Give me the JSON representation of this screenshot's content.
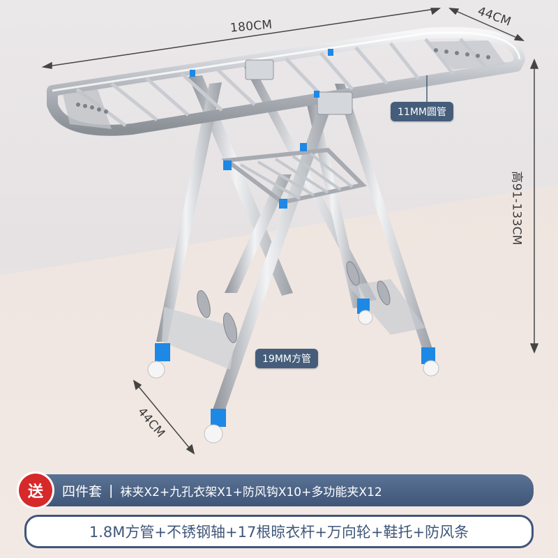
{
  "dimensions": {
    "length": "180CM",
    "width_top": "44CM",
    "height": "高91-133CM",
    "width_bottom": "44CM"
  },
  "tags": {
    "top_tube": "11MM圆管",
    "leg_tube": "19MM方管"
  },
  "banner": {
    "gift_badge": "送",
    "set_name": "四件套",
    "separator": "|",
    "contents": "袜夹X2+九孔衣架X1+防风钩X10+多功能夹X12",
    "features": "1.8M方管+不锈钢轴+17根晾衣杆+万向轮+鞋托+防风条"
  },
  "colors": {
    "banner_blue": "#455d7a",
    "badge_red": "#d7282a",
    "joint_blue": "#1e88e5"
  }
}
